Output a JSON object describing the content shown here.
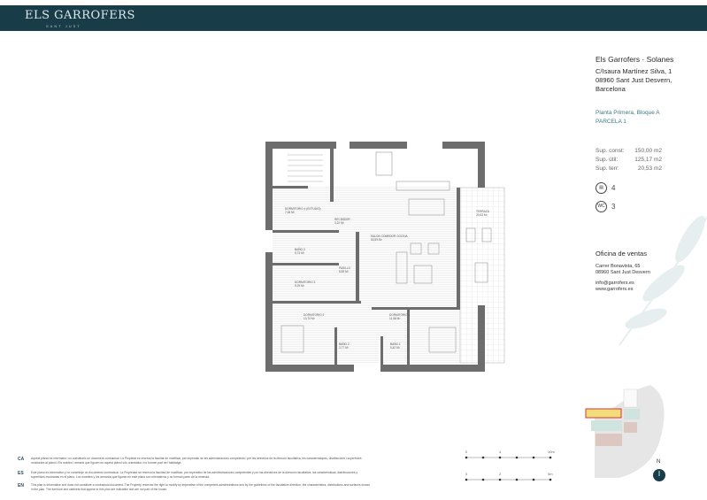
{
  "header": {
    "logo": "ELS GARROFERS",
    "logo_sub": "SANT JUST",
    "bg_color": "#183d48"
  },
  "property": {
    "name": "Els Garrofers · Solanes",
    "address_line1": "C/Isaura Martínez Silva, 1",
    "address_line2": "08960 Sant Just Desvern,",
    "address_line3": "Barcelona",
    "floor": "Planta Primera, Bloque A",
    "parcel": "PARCELA 1",
    "areas": [
      {
        "label": "Sup. const:",
        "value": "150,00 m2"
      },
      {
        "label": "Sup. útil:",
        "value": "125,17 m2"
      },
      {
        "label": "Sup. terr:",
        "value": "20,53 m2"
      }
    ],
    "bedrooms": {
      "icon": "bed-icon",
      "count": "4"
    },
    "bathrooms": {
      "icon": "wc-icon",
      "icon_text": "WC",
      "count": "3"
    }
  },
  "sales_office": {
    "title": "Oficina de ventas",
    "address_line1": "Carrer Bonavista, 65",
    "address_line2": "08960 Sant Just Desvern",
    "email": "info@garrofers.es",
    "web": "www.garrofers.es"
  },
  "rooms": [
    {
      "name": "Dormitorio 4 (estudio)",
      "area": "7,08 m²"
    },
    {
      "name": "Recibidor",
      "area": "3,22 m²"
    },
    {
      "name": "Salon comedor cocina",
      "area": "53,59 m²"
    },
    {
      "name": "Baño 3",
      "area": "5,73 m²"
    },
    {
      "name": "Pasillo",
      "area": "8,83 m²"
    },
    {
      "name": "Dormitorio 3",
      "area": "9,29 m²"
    },
    {
      "name": "Dormitorio 2",
      "area": "13,70 m²"
    },
    {
      "name": "Dormitorio 1",
      "area": "11,68 m²"
    },
    {
      "name": "Baño 2",
      "area": "3,77 m²"
    },
    {
      "name": "Baño 1",
      "area": "5,42 m²"
    },
    {
      "name": "Terraza",
      "area": "20,53 m²"
    }
  ],
  "scales": [
    {
      "labels": [
        "0",
        "4",
        "10m"
      ]
    },
    {
      "labels": [
        "0",
        "2",
        "5m"
      ]
    }
  ],
  "north": "N",
  "disclaimers": [
    {
      "lang": "CA",
      "text": "Aquest plànol és informatiu i no constitueix un document contractual. La Propietat es reserva la facultat de modificar, per imperatiu de les administracions competents i per les directrius de la direcció facultativa, les característiques, distribucions i superfícies mostrades al plànol. Els mobles i armaris que figuren en aquest plànol són orientatius i no formen part de l'habitatge."
    },
    {
      "lang": "ES",
      "text": "Este plano es informativo y no constituye un documento contractual. La Propiedad se reserva la facultad de modificar, por imperativo de las administraciones competentes y por las directrices de la dirección facultativa, las características, distribuciones y superficies mostradas en el plano. Los muebles y los armarios que figuran en este plano son orientativos y no forman parte de la vivienda."
    },
    {
      "lang": "EN",
      "text": "This plan is informative and does not constitute a contractual document. The Property reserves the right to modify by imperative of the competent administrations and by the guidelines of the facultative direction, the characteristics, distributions and surfaces shown in the plan. The furniture and cabinets that appear in this plan are indicative and are not part of the house."
    }
  ]
}
